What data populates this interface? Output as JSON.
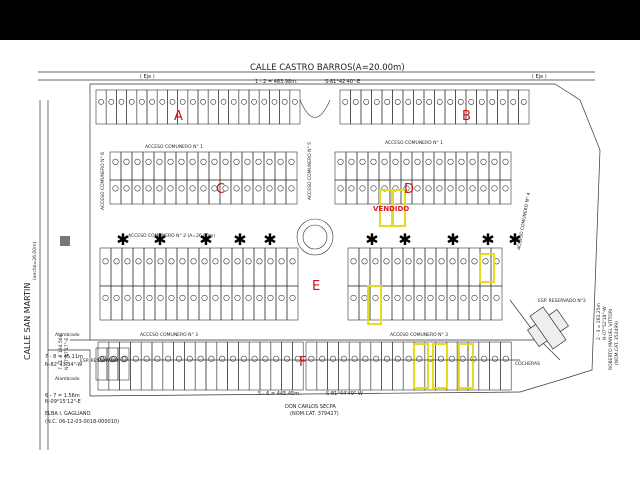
{
  "streets": {
    "top_name": "CALLE CASTRO BARROS(A=20.00m)",
    "top_dim": "1 - 2 = 463.98m.",
    "top_bearing": "S-81°42'40\"-E",
    "eje": "( Eje )",
    "left_name": "CALLE SAN MARTIN",
    "left_width": "(ancho=26.00m)",
    "left_dim": "7 - 1 = 194.56m",
    "left_bearing": "N-07°47'17\"-E"
  },
  "labels": {
    "sector_a": "A",
    "sector_b": "B",
    "sector_c": "C",
    "sector_d": "D",
    "sector_e": "E",
    "sector_f": "F",
    "vendido": "VENDIDO",
    "acceso_1a": "ACCESO COMUNERO N° 1",
    "acceso_1b": "ACCESO COMUNERO N° 1",
    "acceso_2": "ACCESO COMUNERO N° 2 (A=26.00m)",
    "acceso_3a": "ACCESO COMUNERO N° 3",
    "acceso_3b": "ACCESO COMUNERO N° 3",
    "acceso_4": "ACCESO COMUNERO N° 4",
    "acceso_5": "ACCESO COMUNERO N° 5",
    "acceso_6": "ACCESO COMUNERO N° 6",
    "esp_reservado": "ESP. RESERVADO",
    "esp_reservado_2": "ESP. RESERVADO N°2",
    "alambrado": "Alambrado",
    "bottom_dim": "5 - 6 = 445.45m.",
    "bottom_bearing": "S-81°44'49\"-W",
    "owner_bottom": "DON CARLOS SECPA",
    "owner_bottom_nom": "(NOM.CAT. 379427)",
    "owner_right": "ROBERTO MANUEL VITTORI",
    "owner_right_nom": "(NOM.CAT. 352499)",
    "right_dim": "2 - 3 = 261.25m",
    "right_bearing": "N-07°52'18\"-W",
    "left_lower_dim": "7 - 8 = 45.11m",
    "left_lower_bearing": "N-82°43'34\"-W",
    "left_lower_dim2": "6 - 7 = 1.56m",
    "left_lower_bearing2": "N-09°15'12\"-E",
    "owner_left": "ELBA I. GAGLIANO",
    "owner_left_nom": "(N.C. 06-12-03-0018-000010)",
    "cocheras": "COCHERAS"
  },
  "colors": {
    "ink": "#333333",
    "sector_red": "#cc1111",
    "highlight": "#e6dc1e",
    "sold_red": "#e01818"
  }
}
